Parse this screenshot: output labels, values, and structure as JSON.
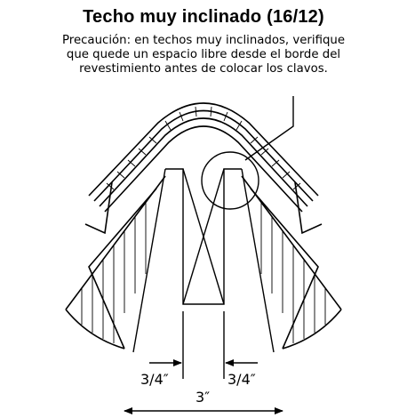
{
  "title": "Techo muy inclinado (16/12)",
  "caution": {
    "line1": "Precaución: en techos muy inclinados, verifique",
    "line2": "que quede un espacio libre desde el borde del",
    "line3": "revestimiento antes de colocar los clavos."
  },
  "dimensions": {
    "left_gap": "3/4″",
    "right_gap": "3/4″",
    "total_width": "3″"
  }
}
